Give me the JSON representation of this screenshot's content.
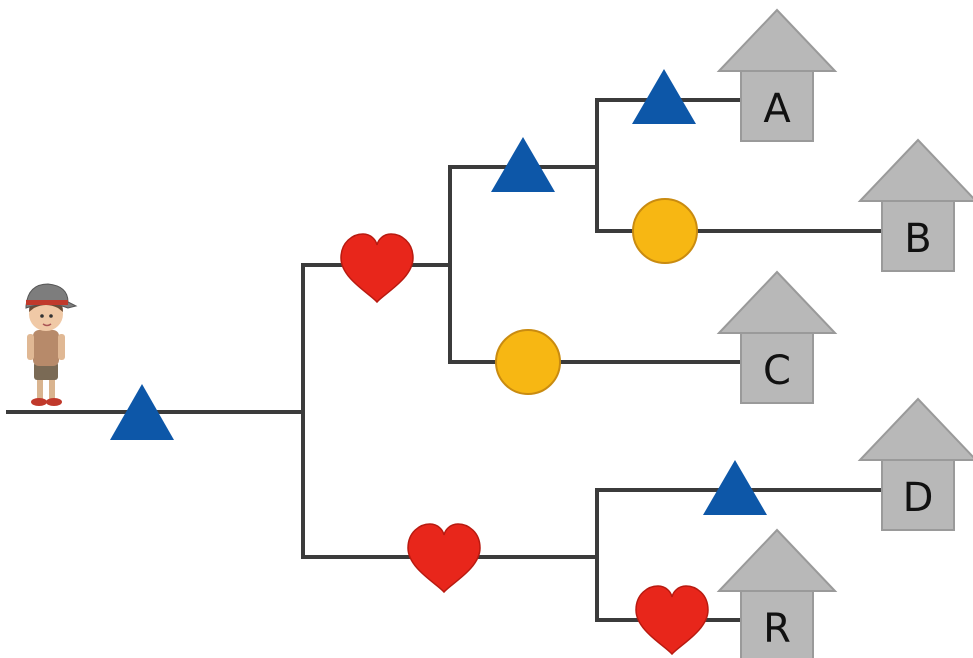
{
  "houses": [
    {
      "id": "A",
      "label": "A"
    },
    {
      "id": "B",
      "label": "B"
    },
    {
      "id": "C",
      "label": "C"
    },
    {
      "id": "D",
      "label": "D"
    },
    {
      "id": "R",
      "label": "R"
    }
  ],
  "symbols": {
    "triangle": {
      "name": "triangle-icon",
      "color": "#0d57a8"
    },
    "heart": {
      "name": "heart-icon",
      "color": "#e8261b"
    },
    "circle": {
      "name": "circle-icon",
      "color": "#f7b713",
      "stroke": "#c98b10"
    }
  },
  "colors": {
    "path": "#3b3b3b",
    "house_fill": "#b8b8b8",
    "house_stroke": "#9a9a9a",
    "background": "#ffffff"
  }
}
